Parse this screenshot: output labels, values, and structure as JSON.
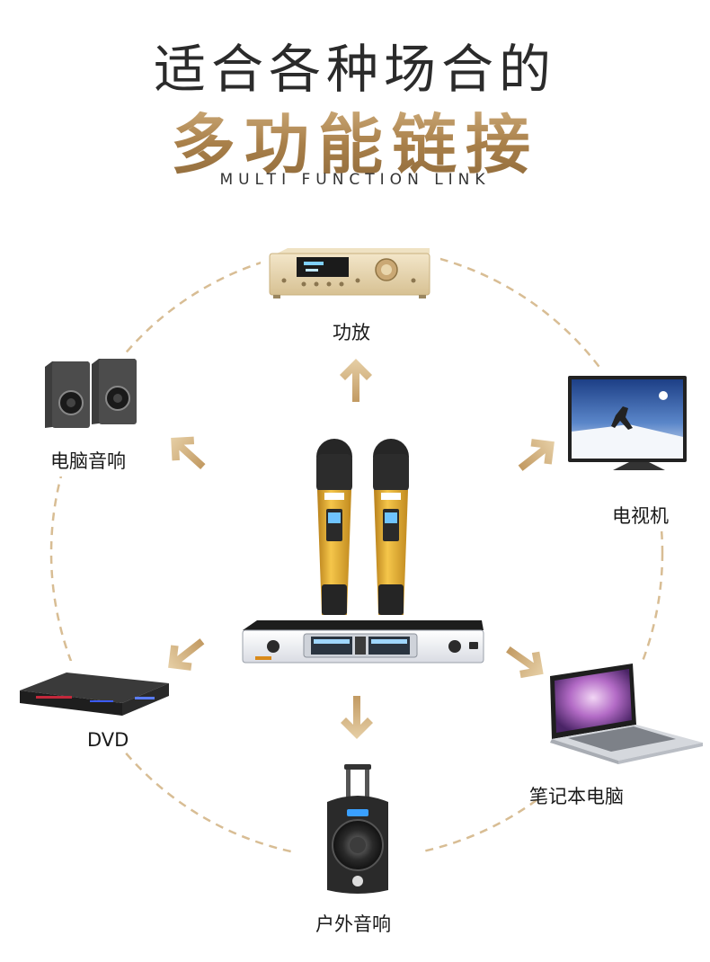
{
  "header": {
    "title_line1": "适合各种场合的",
    "title_line2": "多功能链接",
    "subtitle": "MULTI FUNCTION LINK"
  },
  "devices": {
    "amplifier": "功放",
    "pc_speakers": "电脑音响",
    "tv": "电视机",
    "dvd": "DVD",
    "laptop": "笔记本电脑",
    "outdoor_speaker": "户外音响"
  },
  "colors": {
    "accent_gold": "#c9a26b",
    "circle_dash": "#d8bd94",
    "mic_gold": "#e3a92a"
  }
}
